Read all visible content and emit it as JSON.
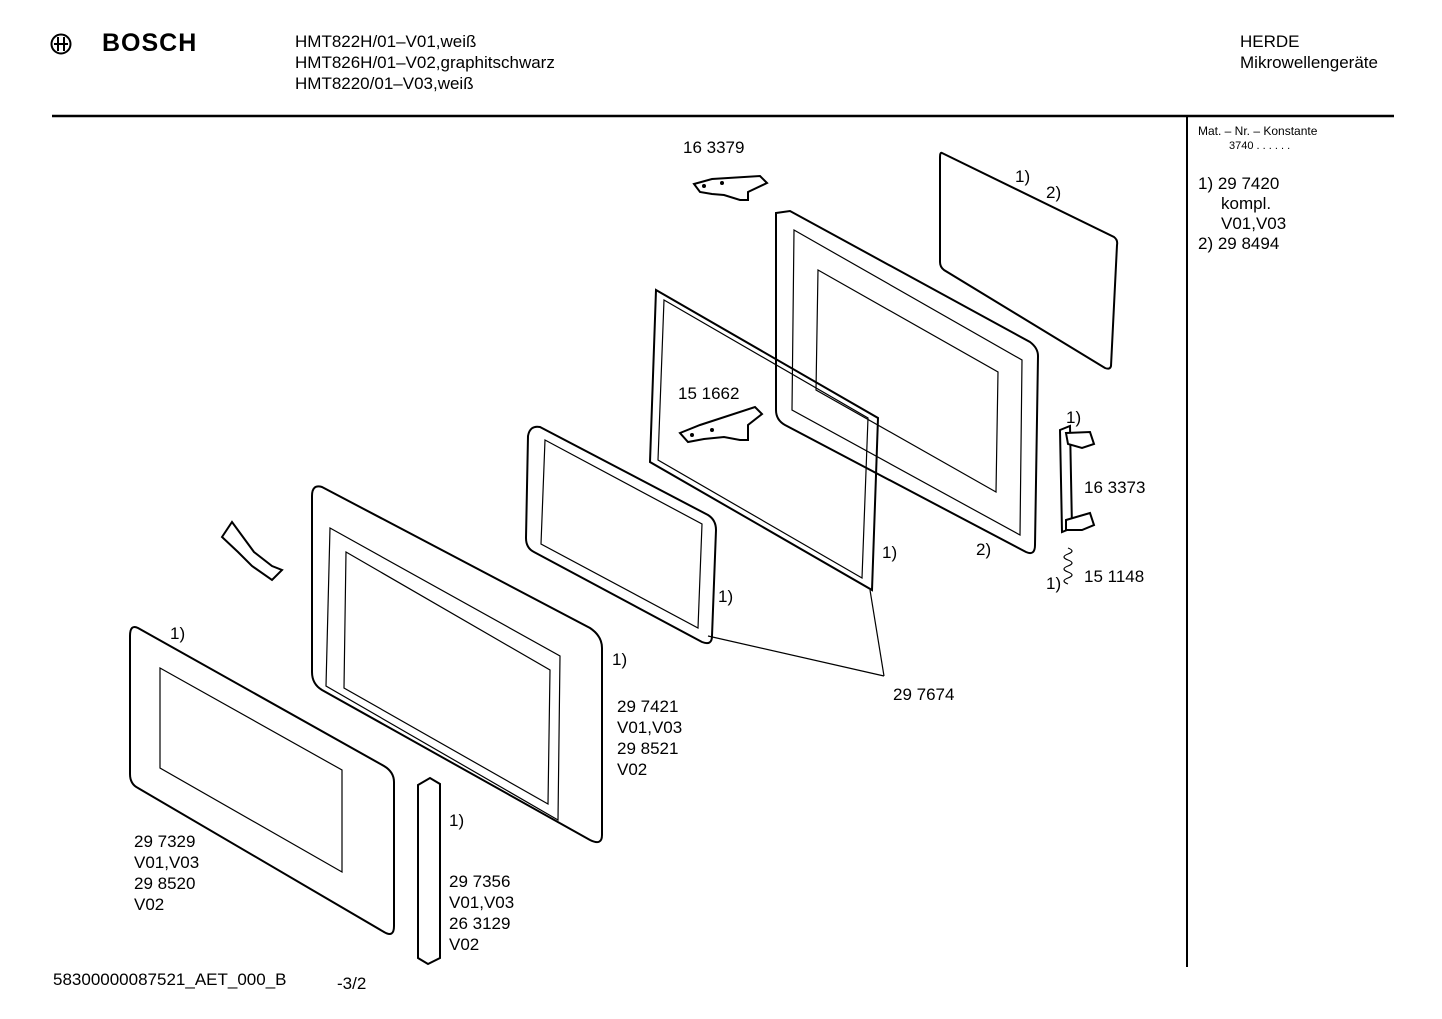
{
  "header": {
    "brand": "BOSCH",
    "models": [
      "HMT822H/01–V01,weiß",
      "HMT826H/01–V02,graphitschwarz",
      "HMT8220/01–V03,weiß"
    ],
    "category": "HERDE",
    "subcategory": "Mikrowellengeräte"
  },
  "sidebar": {
    "title": "Mat. – Nr. – Konstante",
    "constant": "3740  .  .    .  .  .  .",
    "notes": [
      "1)  29 7420",
      "kompl.",
      "V01,V03",
      "2)  29 8494"
    ]
  },
  "callouts": {
    "p163379": "16 3379",
    "p151662": "15 1662",
    "p163373": "16 3373",
    "p151148": "15 1148",
    "p297674": "29 7674",
    "inner_door": [
      "29 7421",
      "V01,V03",
      "29 8521",
      "V02"
    ],
    "front_panel": [
      "29 7329",
      "V01,V03",
      "29 8520",
      "V02"
    ],
    "side_strip": [
      "29 7356",
      "V01,V03",
      "26 3129",
      "V02"
    ],
    "m1": "1)",
    "m2": "2)"
  },
  "footer": {
    "docid": "58300000087521_AET_000_B",
    "page": "-3/2"
  }
}
